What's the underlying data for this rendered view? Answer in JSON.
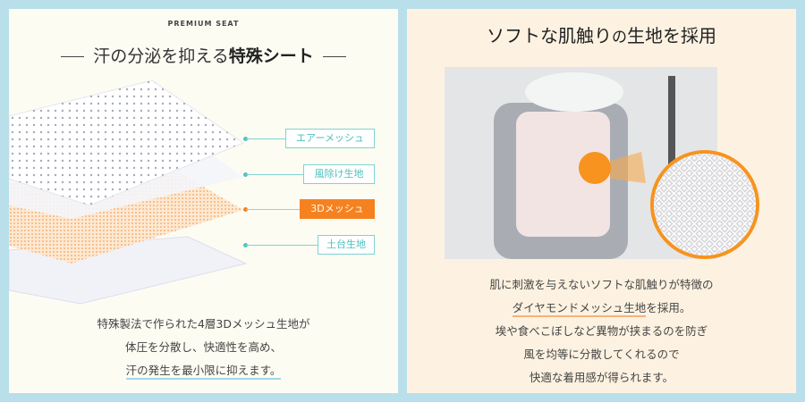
{
  "left": {
    "eyebrow": "PREMIUM SEAT",
    "title_plain": "汗の分泌を抑える",
    "title_bold": "特殊シート",
    "layers": [
      {
        "label": "エアーメッシュ",
        "active": false
      },
      {
        "label": "風除け生地",
        "active": false
      },
      {
        "label": "3Dメッシュ",
        "active": true
      },
      {
        "label": "土台生地",
        "active": false
      }
    ],
    "desc_lines": [
      "特殊製法で作られた4層3Dメッシュ生地が",
      "体圧を分散し、快適性を高め、",
      "汗の発生を最小限に抑えます。"
    ]
  },
  "right": {
    "title_a": "ソフトな肌触り",
    "title_b": "の",
    "title_c": "生地を採用",
    "desc_line1": "肌に刺激を与えないソフトな肌触りが特徴の",
    "desc_line2_ul": "ダイヤモンドメッシュ生地",
    "desc_line2_rest": "を採用。",
    "desc_lines": [
      "埃や食べこぼしなど異物が挟まるのを防ぎ",
      "風を均等に分散してくれるので",
      "快適な着用感が得られます。"
    ]
  },
  "colors": {
    "accent_orange": "#f5821f",
    "accent_teal": "#4cbfbd",
    "frame": "#b9dfea"
  }
}
